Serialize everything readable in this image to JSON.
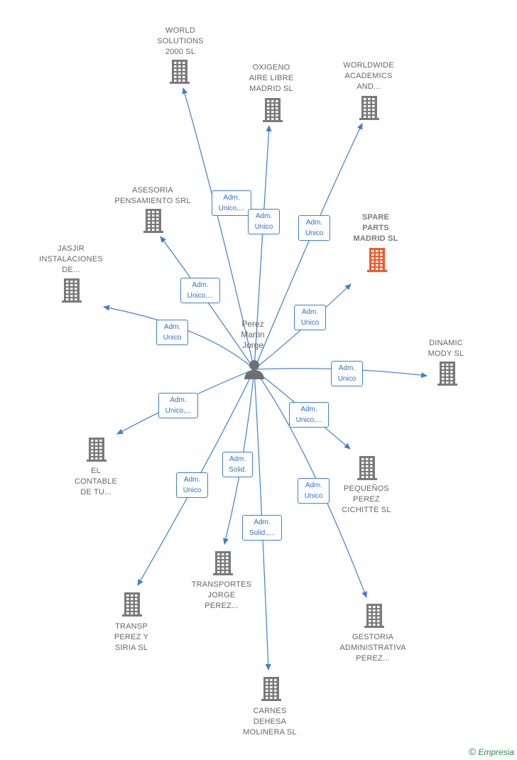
{
  "center": {
    "label": "Perez\nMartin\nJorge",
    "icon": "person-icon"
  },
  "colors": {
    "edge": "#3d7fd1",
    "building": "#7a7a7a",
    "highlight": "#f05a2a"
  },
  "nodes": [
    {
      "id": "world",
      "label": "WORLD\nSOLUTIONS\n2000  SL"
    },
    {
      "id": "oxigeno",
      "label": "OXIGENO\nAIRE LIBRE\nMADRID  SL"
    },
    {
      "id": "worldwide",
      "label": "WORLDWIDE\nACADEMICS\nAND..."
    },
    {
      "id": "asesoria",
      "label": "ASESORIA\nPENSAMIENTO SRL"
    },
    {
      "id": "spare",
      "label": "SPARE\nPARTS\nMADRID  SL",
      "highlight": true
    },
    {
      "id": "jasjir",
      "label": "JASJIR\nINSTALACIONES\nDE..."
    },
    {
      "id": "dinamic",
      "label": "DINAMIC\nMODY  SL"
    },
    {
      "id": "contable",
      "label": "EL\nCONTABLE\nDE TU..."
    },
    {
      "id": "pequenos",
      "label": "PEQUEÑOS\nPEREZ\nCICHITTE  SL"
    },
    {
      "id": "transportes",
      "label": "TRANSPORTES\nJORGE\nPEREZ..."
    },
    {
      "id": "transp",
      "label": "TRANSP\nPEREZ Y\nSIRIA  SL"
    },
    {
      "id": "gestoria",
      "label": "GESTORIA\nADMINISTRATIVA\nPEREZ..."
    },
    {
      "id": "carnes",
      "label": "CARNES\nDEHESA\nMOLINERA  SL"
    }
  ],
  "edges": [
    {
      "to": "world",
      "label": "Adm.\nUnico,..."
    },
    {
      "to": "oxigeno",
      "label": "Adm.\nUnico"
    },
    {
      "to": "worldwide",
      "label": "Adm.\nUnico"
    },
    {
      "to": "asesoria",
      "label": "Adm.\nUnico,..."
    },
    {
      "to": "spare",
      "label": "Adm.\nUnico"
    },
    {
      "to": "jasjir",
      "label": "Adm.\nUnico"
    },
    {
      "to": "dinamic",
      "label": "Adm.\nUnico"
    },
    {
      "to": "contable",
      "label": "Adm.\nUnico,..."
    },
    {
      "to": "pequenos",
      "label": "Adm.\nUnico,..."
    },
    {
      "to": "transportes",
      "label": "Adm.\nSolid."
    },
    {
      "to": "transp",
      "label": "Adm.\nUnico"
    },
    {
      "to": "gestoria",
      "label": "Adm.\nUnico"
    },
    {
      "to": "carnes",
      "label": "Adm.\nSolid.,..."
    }
  ],
  "footer": {
    "copyright": "©",
    "brand": "Empresia"
  }
}
